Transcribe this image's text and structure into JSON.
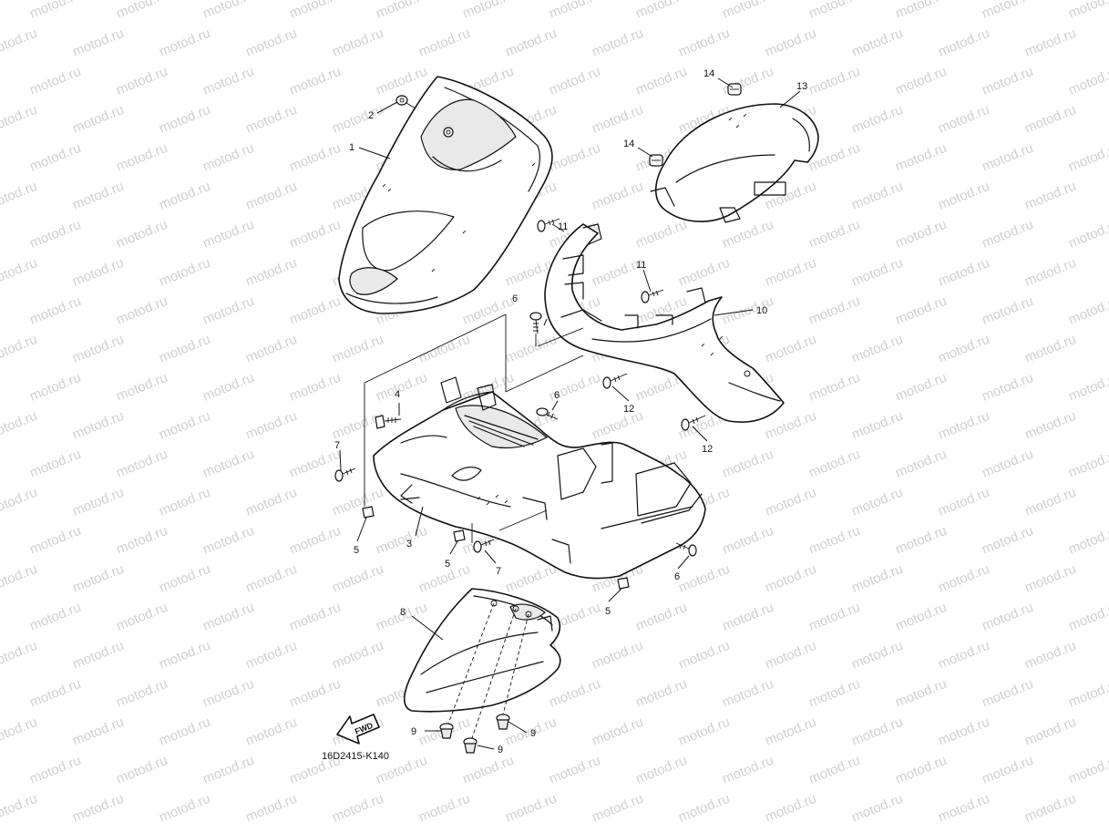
{
  "watermark": {
    "text": "motod.ru",
    "color": "#d0d0d0"
  },
  "diagram": {
    "code": "16D2415-K140",
    "fwd_label": "FWD",
    "callouts": {
      "c1": "1",
      "c2": "2",
      "c3": "3",
      "c4": "4",
      "c5a": "5",
      "c5b": "5",
      "c5c": "5",
      "c6a": "6",
      "c6b": "6",
      "c6c": "6",
      "c7a": "7",
      "c7b": "7",
      "c8": "8",
      "c9a": "9",
      "c9b": "9",
      "c9c": "9",
      "c10": "10",
      "c11a": "11",
      "c11b": "11",
      "c12a": "12",
      "c12b": "12",
      "c13": "13",
      "c14a": "14",
      "c14b": "14"
    }
  }
}
